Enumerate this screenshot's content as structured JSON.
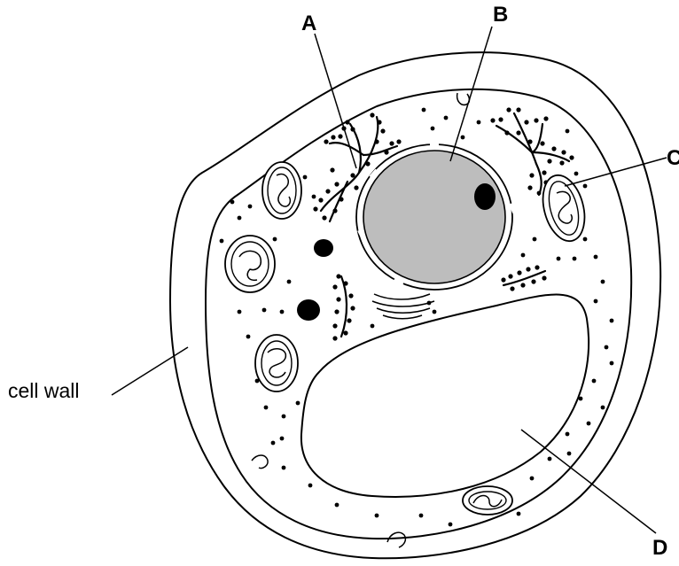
{
  "labels": {
    "a": "A",
    "b": "B",
    "c": "C",
    "d": "D",
    "cell_wall": "cell wall"
  },
  "colors": {
    "nucleus_fill": "#bdbdbd",
    "outline": "#000000",
    "background": "#ffffff"
  }
}
